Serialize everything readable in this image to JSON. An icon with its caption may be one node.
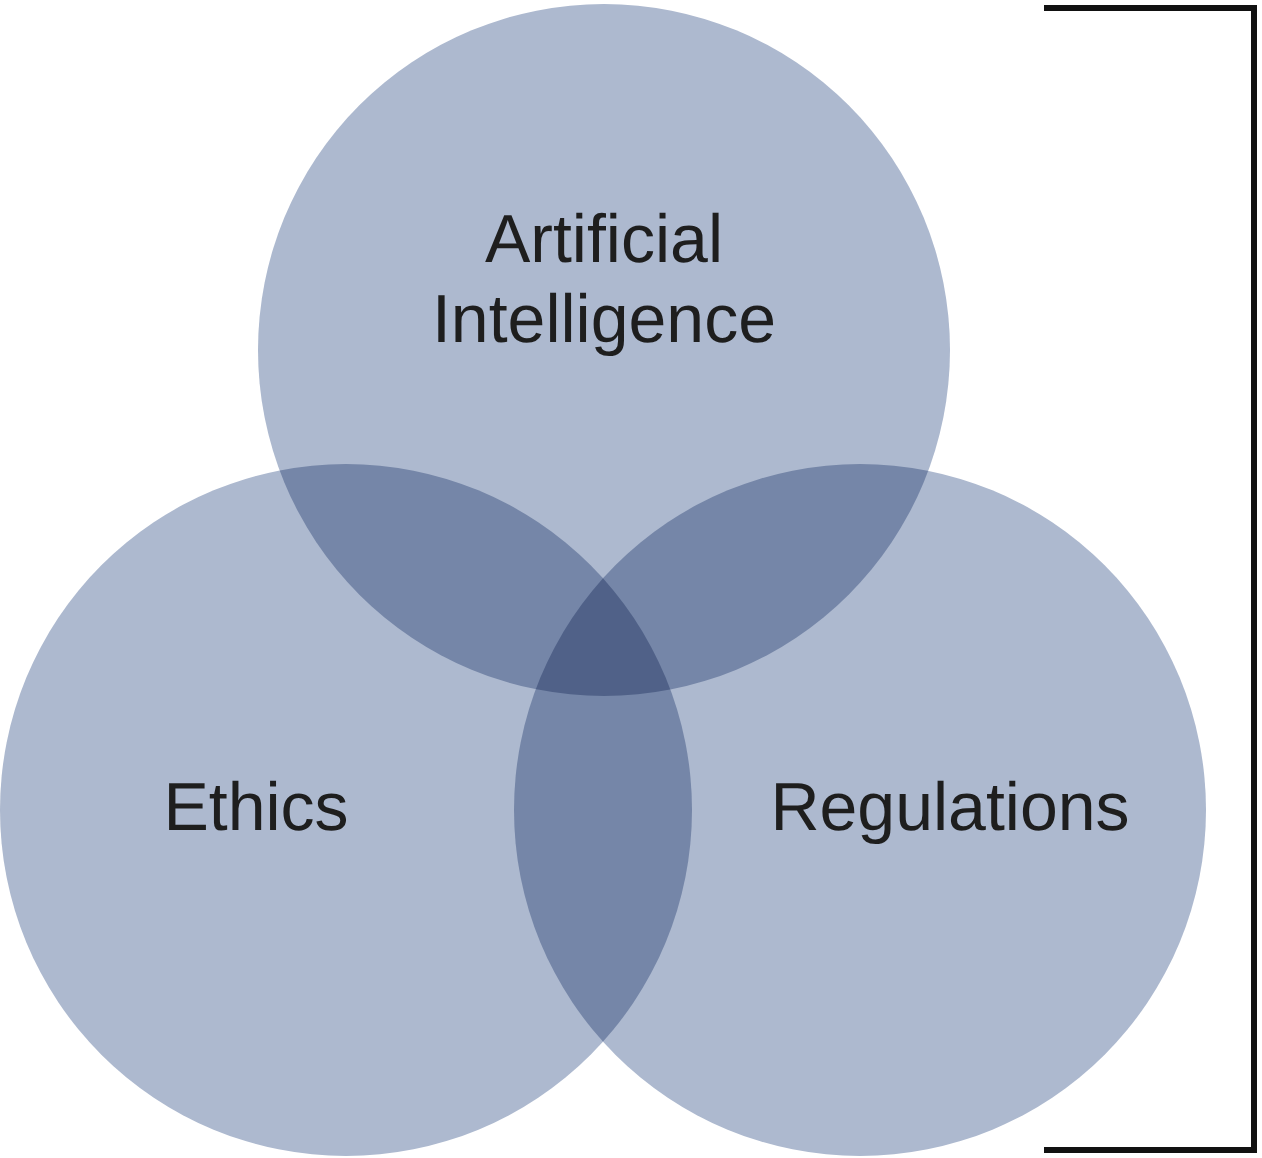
{
  "diagram": {
    "nodes": [
      {
        "text": [
          "Artificial Intelligence"
        ]
      },
      {
        "text": [
          "Ethics"
        ]
      },
      {
        "text": [
          "Regulations"
        ]
      }
    ]
  }
}
